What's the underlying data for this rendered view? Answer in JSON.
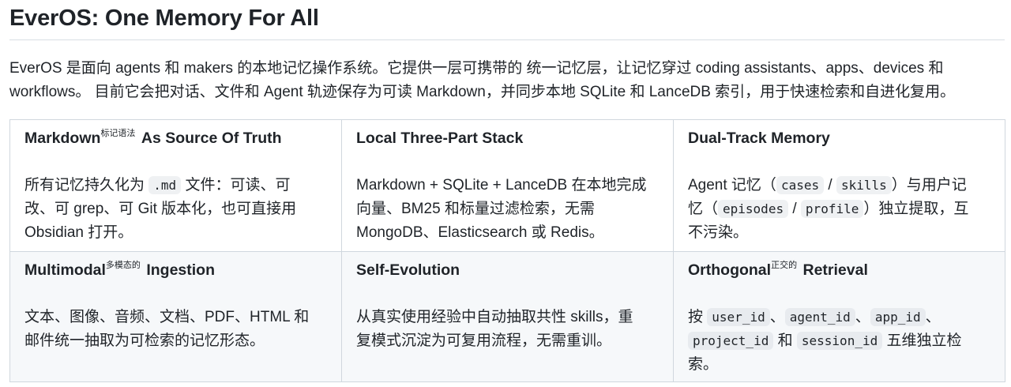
{
  "doc": {
    "title": "EverOS: One Memory For All",
    "intro_lines": [
      "EverOS 是面向 agents 和 makers 的本地记忆操作系统。它提供一层可携带的 统一记忆层，让记忆穿过 coding assistants、apps、devices 和",
      "workflows。 目前它会把对话、文件和 Agent 轨迹保存为可读 Markdown，并同步本地 SQLite 和 LanceDB 索引，用于快速检索和自进化复用。"
    ]
  },
  "features": [
    {
      "title_main": "Markdown",
      "title_sup": "标记语法",
      "title_rest": " As Source Of Truth",
      "body": {
        "l1a": "所有记忆持久化为 ",
        "l1code": ".md",
        "l1b": " 文件：可读、可",
        "l2": "改、可 grep、可 Git 版本化，也可直接用",
        "l3": "Obsidian 打开。"
      }
    },
    {
      "title_main": "Local Three-Part Stack",
      "body": {
        "l1": "Markdown + SQLite + LanceDB 在本地完成",
        "l2": "向量、BM25 和标量过滤检索，无需",
        "l3": "MongoDB、Elasticsearch 或 Redis。"
      }
    },
    {
      "title_main": "Dual-Track Memory",
      "body": {
        "l1a": "Agent 记忆（",
        "l1code1": "cases",
        "l1sep": " / ",
        "l1code2": "skills",
        "l1b": "）与用户记",
        "l2a": "忆（",
        "l2code1": "episodes",
        "l2sep": " / ",
        "l2code2": "profile",
        "l2b": "）独立提取，互",
        "l3": "不污染。"
      }
    },
    {
      "title_main": "Multimodal",
      "title_sup": "多模态的",
      "title_rest": " Ingestion",
      "body": {
        "l1": "文本、图像、音频、文档、PDF、HTML 和",
        "l2": "邮件统一抽取为可检索的记忆形态。"
      }
    },
    {
      "title_main": "Self-Evolution",
      "body": {
        "l1": "从真实使用经验中自动抽取共性 skills，重",
        "l2": "复模式沉淀为可复用流程，无需重训。"
      }
    },
    {
      "title_main": "Orthogonal",
      "title_sup": "正交的",
      "title_rest": " Retrieval",
      "body": {
        "l1a": "按 ",
        "l1code1": "user_id",
        "l1s1": "、",
        "l1code2": "agent_id",
        "l1s2": "、",
        "l1code3": "app_id",
        "l1s3": "、",
        "l2code1": "project_id",
        "l2s1": " 和 ",
        "l2code2": "session_id",
        "l2b": " 五维独立检",
        "l3": "索。"
      }
    }
  ]
}
